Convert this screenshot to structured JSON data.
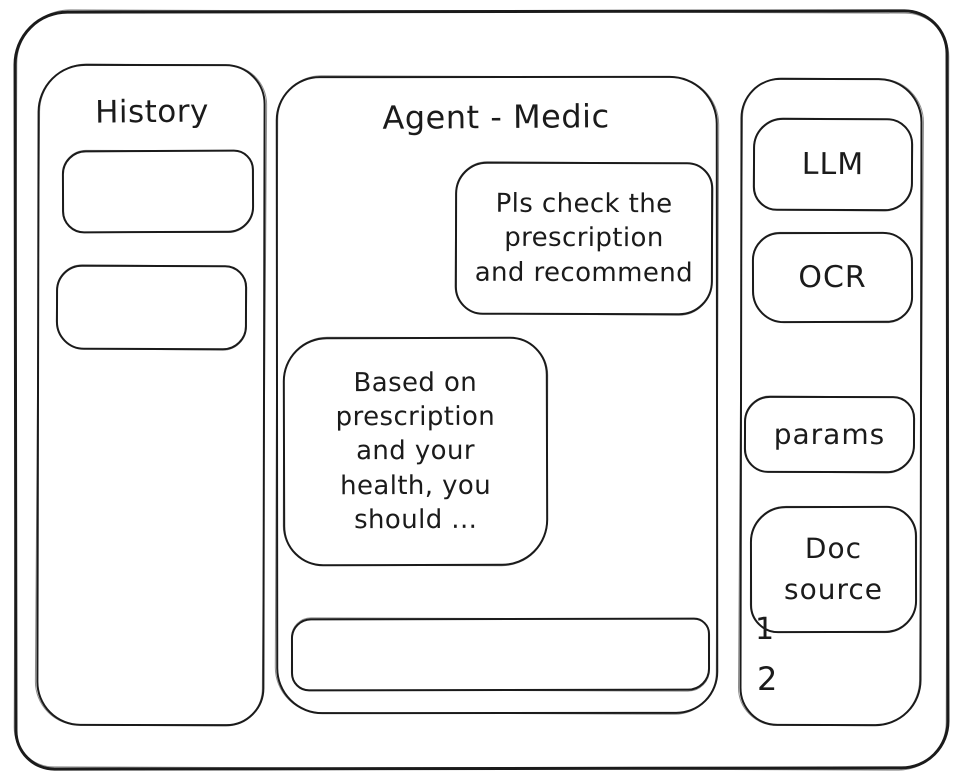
{
  "history_panel": {
    "title": "History",
    "items": [
      "",
      ""
    ]
  },
  "chat": {
    "title": "Agent - Medic",
    "user_message": "Pls check the\nprescription\nand recommend",
    "assistant_message": "Based on\nprescription\nand your\nhealth, you\nshould ...",
    "input_value": "",
    "input_placeholder": ""
  },
  "tools_panel": {
    "llm_label": "LLM",
    "ocr_label": "OCR",
    "params_label": "params",
    "doc_source_label": "Doc\nsource",
    "doc_source_items": [
      "1",
      "2"
    ]
  },
  "colors": {
    "ink": "#1b1b1b",
    "background": "#ffffff"
  }
}
